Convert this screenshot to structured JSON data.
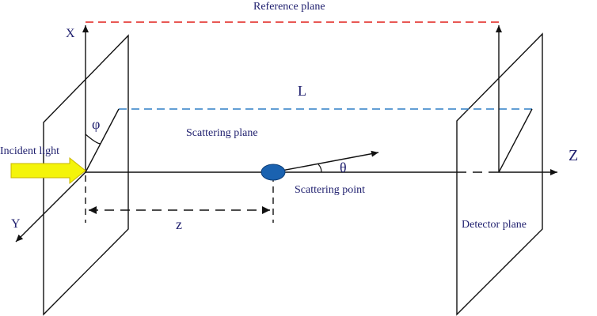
{
  "labels": {
    "reference_plane": "Reference plane",
    "x_axis": "X",
    "length": "L",
    "phi": "φ",
    "scattering_plane": "Scattering plane",
    "incident_light": "Incident light",
    "theta": "θ",
    "scattering_point": "Scattering point",
    "z_axis": "Z",
    "y_axis": "Y",
    "distance_z": "z",
    "detector_plane": "Detector plane"
  },
  "colors": {
    "reference_line": "#e0201b",
    "scattering_line": "#2f7fc6",
    "scattering_point": "#1a62b0",
    "incident_arrow_fill": "#f4f40a",
    "incident_arrow_stroke": "#c8b400",
    "line": "#111111",
    "label_text": "#1f1f6e"
  },
  "icons": {
    "incident_light": "incident-light-arrow-icon",
    "scattering_point": "scattering-point-icon"
  }
}
